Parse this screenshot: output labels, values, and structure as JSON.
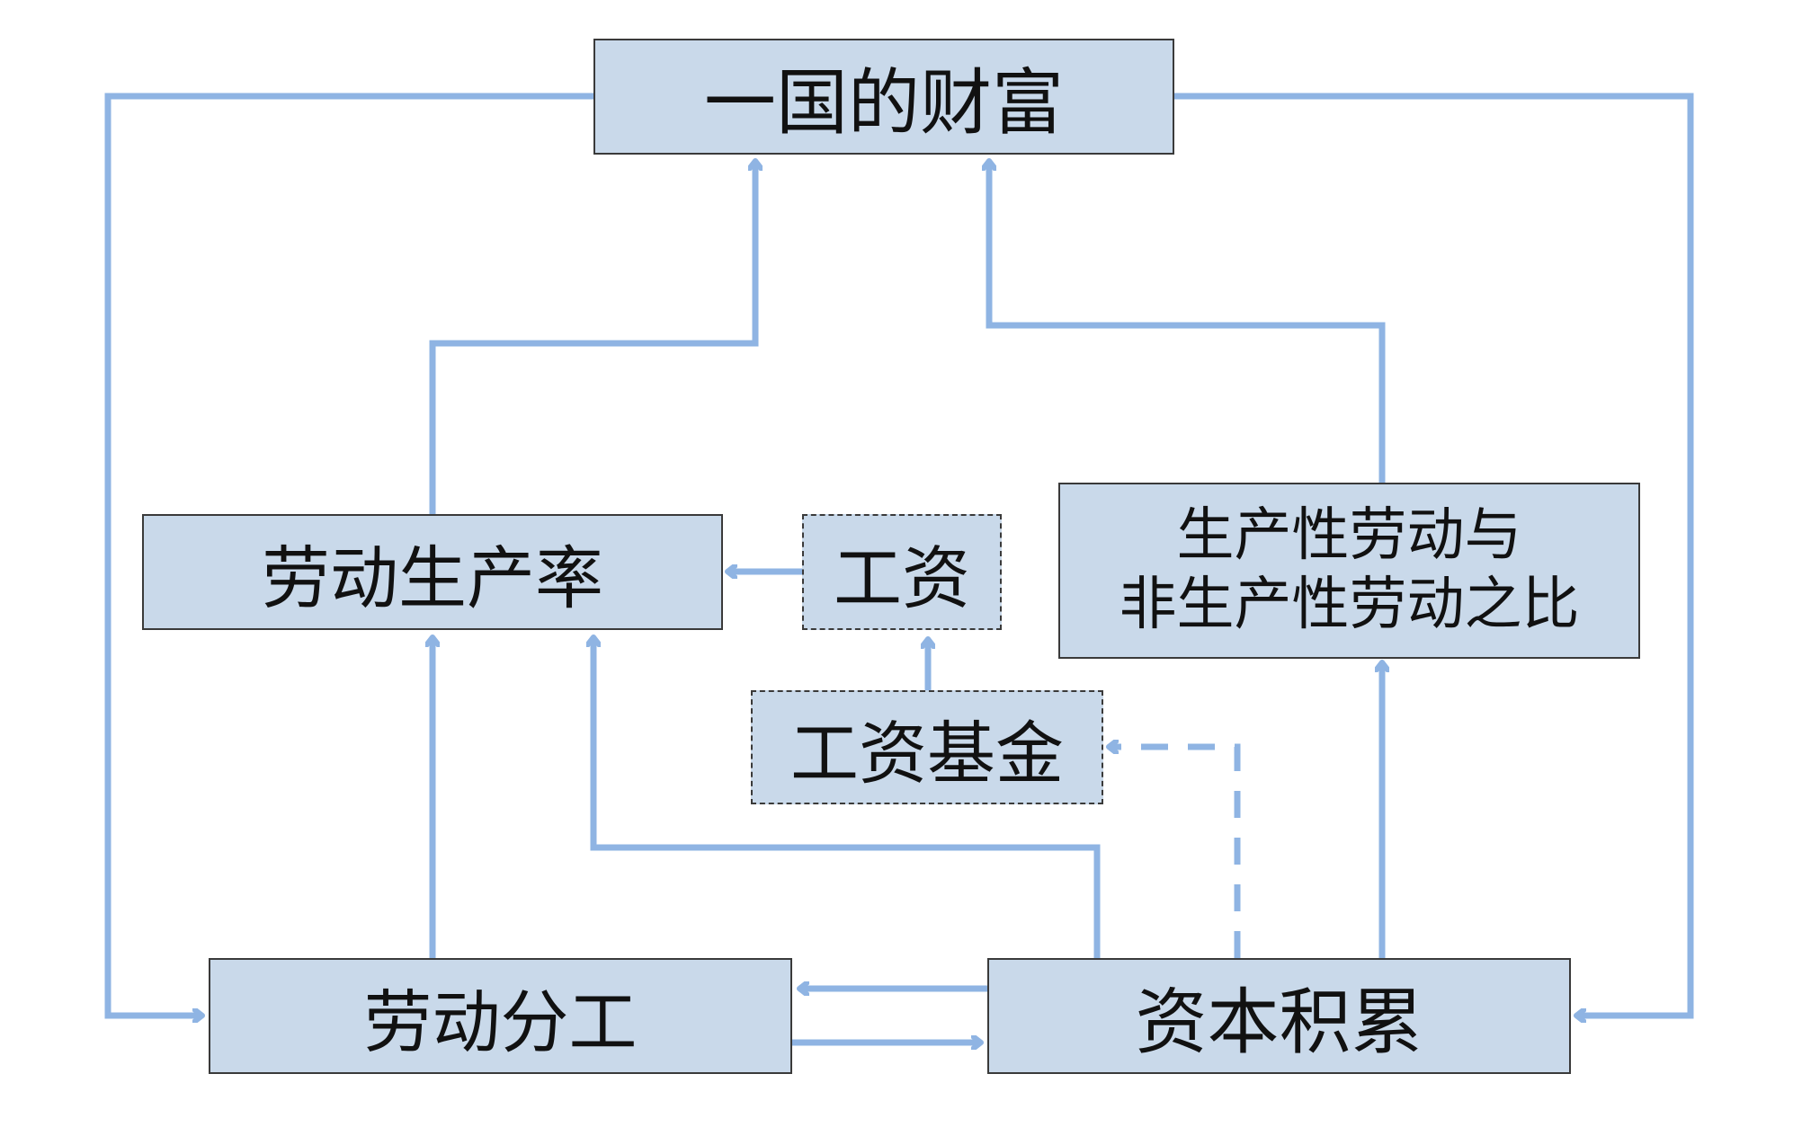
{
  "colors": {
    "arrow": "#8fb4e3",
    "box_fill": "#c9d9ea",
    "box_border": "#3a3a3a",
    "text": "#111111"
  },
  "nodes": {
    "wealth": "一国的财富",
    "productivity": "劳动生产率",
    "wages": "工资",
    "wage_fund": "工资基金",
    "ratio": {
      "line1": "生产性劳动与",
      "line2": "非生产性劳动之比"
    },
    "division": "劳动分工",
    "capital": "资本积累"
  }
}
